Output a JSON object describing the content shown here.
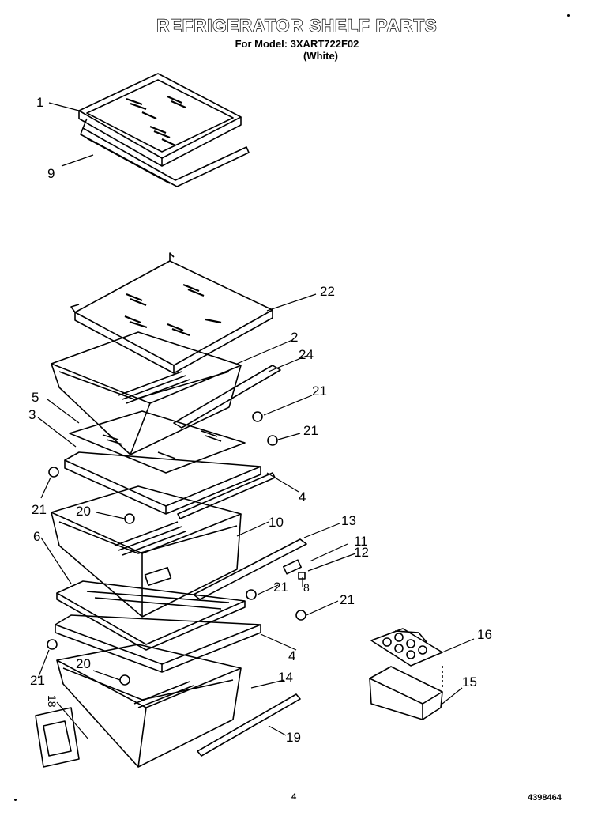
{
  "header": {
    "title": "REFRIGERATOR SHELF PARTS",
    "model_line": "For Model: 3XART722F02",
    "color_line": "(White)"
  },
  "callouts": {
    "c1": "1",
    "c9": "9",
    "c22": "22",
    "c2": "2",
    "c24": "24",
    "c21a": "21",
    "c5": "5",
    "c3": "3",
    "c21b": "21",
    "c21c": "21",
    "c4a": "4",
    "c20a": "20",
    "c10": "10",
    "c13": "13",
    "c11": "11",
    "c6": "6",
    "c12": "12",
    "c21d": "21",
    "c8": "8",
    "c21e": "21",
    "c16": "16",
    "c4b": "4",
    "c20b": "20",
    "c14": "14",
    "c21f": "21",
    "c15": "15",
    "c18": "18",
    "c19": "19"
  },
  "footer": {
    "page": "4",
    "doc_number": "4398464"
  }
}
